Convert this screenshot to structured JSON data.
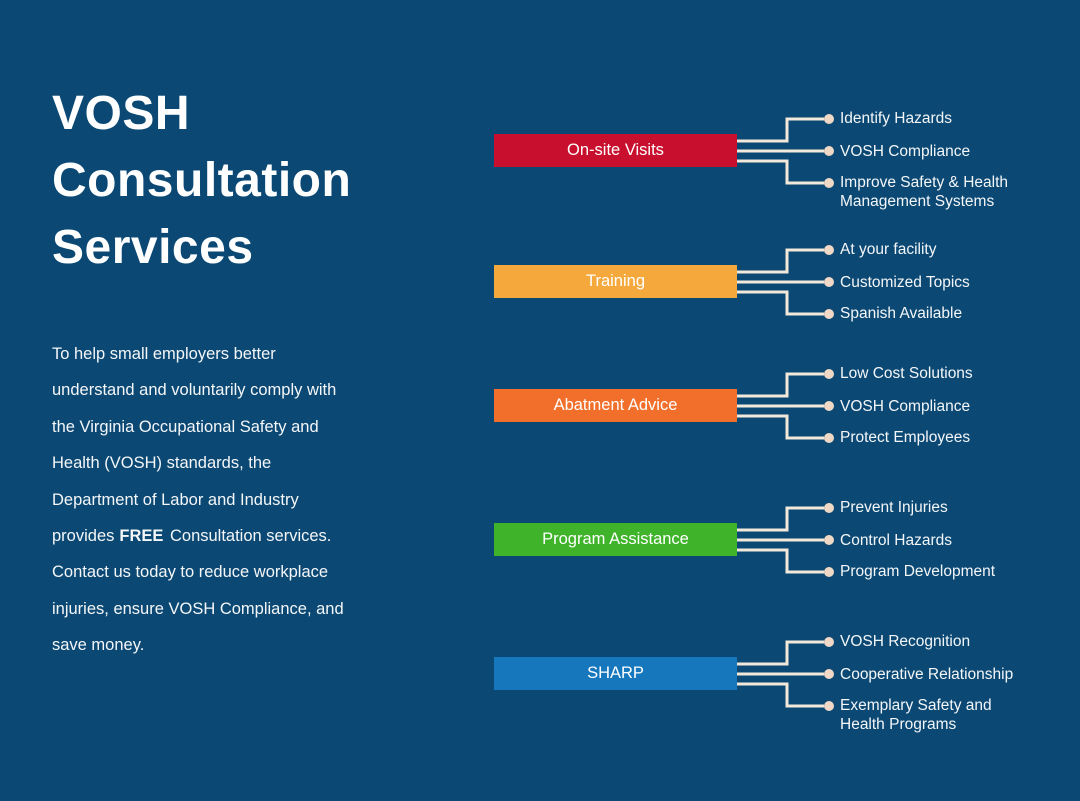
{
  "title": {
    "text": "VOSH Consultation Services",
    "lines": [
      "VOSH",
      "Consultation",
      "Services"
    ]
  },
  "intro": {
    "lines": [
      "To help small employers better",
      "understand and voluntarily comply with",
      "the Virginia Occupational Safety and",
      "Health (VOSH) standards, the",
      "Department of Labor and Industry",
      "provides FREE Consultation services.",
      "Contact us today to reduce workplace",
      "injuries, ensure VOSH Compliance, and",
      "save money."
    ],
    "free_line": {
      "pre": "provides",
      "bold": "FREE",
      "post": " Consultation services."
    }
  },
  "services": [
    {
      "label": "On-site Visits",
      "color": "#c8102e",
      "items": [
        "Identify Hazards",
        "VOSH Compliance",
        "Improve Safety & Health\nManagement Systems"
      ]
    },
    {
      "label": "Training",
      "color": "#f5a83c",
      "items": [
        "At your facility",
        "Customized Topics",
        "Spanish Available"
      ]
    },
    {
      "label": "Abatment Advice",
      "color": "#f16f2b",
      "items": [
        "Low Cost Solutions",
        "VOSH Compliance",
        "Protect Employees"
      ]
    },
    {
      "label": "Program Assistance",
      "color": "#3fb42a",
      "items": [
        "Prevent Injuries",
        "Control Hazards",
        "Program Development"
      ]
    },
    {
      "label": "SHARP",
      "color": "#1677bd",
      "items": [
        "VOSH Recognition",
        "Cooperative Relationship",
        "Exemplary Safety and\nHealth Programs"
      ]
    }
  ],
  "colors": {
    "background": "#0b4974",
    "connector_line": "#f3e9da",
    "connector_dot": "#efd8c5",
    "text": "#f4f6f8",
    "title_text": "#ffffff"
  }
}
